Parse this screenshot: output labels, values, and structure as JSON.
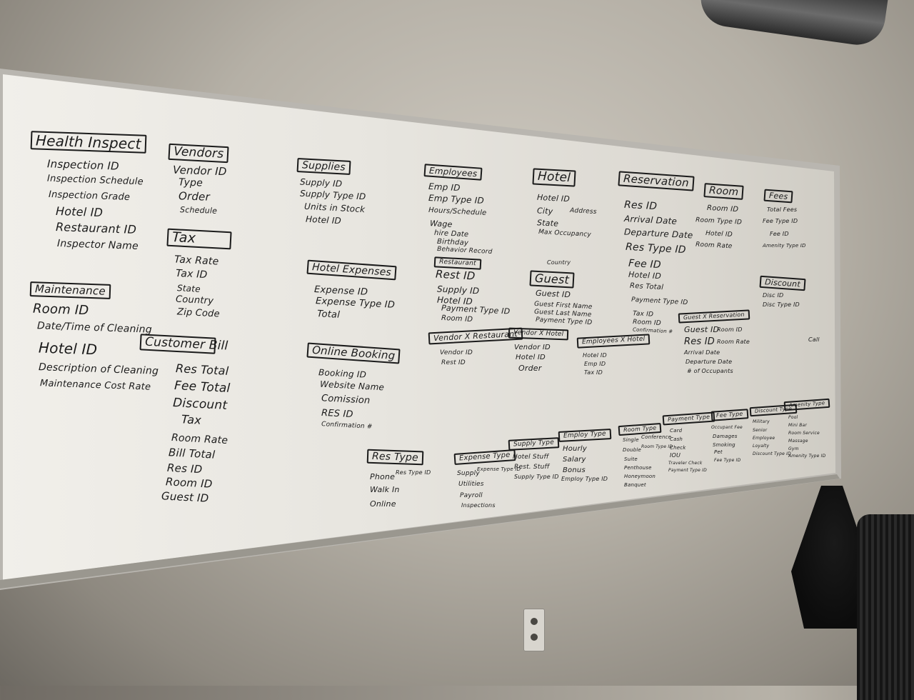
{
  "colors": {
    "marker": "#1b1b1b",
    "board": "#e9e7e2",
    "frame": "#b8b6b1"
  },
  "health_inspect": {
    "title": "Health Inspect",
    "fields": [
      "Inspection ID",
      "Inspection Schedule",
      "Inspection Grade",
      "Hotel ID",
      "Restaurant ID",
      "Inspector Name"
    ]
  },
  "maintenance": {
    "title": "Maintenance",
    "fields": [
      "Room ID",
      "Date/Time of Cleaning",
      "Hotel ID",
      "Description of Cleaning",
      "Maintenance Cost Rate"
    ]
  },
  "vendors": {
    "title": "Vendors",
    "fields": [
      "Vendor ID",
      "Type",
      "Order",
      "Schedule"
    ]
  },
  "tax": {
    "title": "Tax",
    "fields": [
      "Tax Rate",
      "Tax ID",
      "State",
      "Country",
      "Zip Code"
    ]
  },
  "customer_bill": {
    "title": "Customer Bill",
    "fields": [
      "Res Total",
      "Fee Total",
      "Discount",
      "Tax",
      "Room Rate",
      "Bill Total",
      "Res ID",
      "Room ID",
      "Guest ID"
    ]
  },
  "supplies": {
    "title": "Supplies",
    "fields": [
      "Supply ID",
      "Supply Type ID",
      "Units in Stock",
      "Hotel ID"
    ]
  },
  "hotel_expenses": {
    "title": "Hotel Expenses",
    "fields": [
      "Expense ID",
      "Expense Type ID",
      "Total"
    ]
  },
  "online_booking": {
    "title": "Online Booking",
    "fields": [
      "Booking ID",
      "Website Name",
      "Comission",
      "RES ID",
      "Confirmation #"
    ]
  },
  "res_type": {
    "title": "Res Type",
    "fields": [
      "Phone",
      "Res Type ID",
      "Walk In",
      "Online"
    ]
  },
  "employees": {
    "title": "Employees",
    "fields": [
      "Emp ID",
      "Emp Type ID",
      "Hours/Schedule",
      "Wage",
      "hire Date",
      "Birthday",
      "Behavior Record"
    ]
  },
  "restaurant": {
    "title": "Restaurant",
    "fields": [
      "Rest ID",
      "Supply ID",
      "Hotel ID",
      "Payment Type ID",
      "Room ID"
    ]
  },
  "vendor_x_restaurant": {
    "title": "Vendor X Restaurant",
    "fields": [
      "Vendor ID",
      "Rest ID"
    ]
  },
  "expense_type": {
    "title": "Expense Type",
    "fields": [
      "Supply",
      "Expense Type ID",
      "Utilities",
      "Payroll",
      "Inspections"
    ]
  },
  "hotel": {
    "title": "Hotel",
    "fields": [
      "Hotel ID",
      "City",
      "Address",
      "State",
      "Max Occupancy"
    ]
  },
  "guest": {
    "title": "Guest",
    "extra": "Country",
    "fields": [
      "Guest ID",
      "Guest First Name",
      "Guest Last Name",
      "Payment Type ID"
    ]
  },
  "vendor_x_hotel": {
    "title": "Vendor X Hotel",
    "fields": [
      "Vendor ID",
      "Hotel ID",
      "Order"
    ]
  },
  "employees_x_hotel": {
    "title": "Employees X Hotel",
    "fields": [
      "Hotel ID",
      "Emp ID",
      "Tax ID"
    ]
  },
  "supply_type": {
    "title": "Supply Type",
    "fields": [
      "Hotel Stuff",
      "Rest. Stuff",
      "Supply Type ID"
    ]
  },
  "employ_type": {
    "title": "Employ Type",
    "fields": [
      "Hourly",
      "Salary",
      "Bonus",
      "Employ Type ID"
    ]
  },
  "reservation": {
    "title": "Reservation",
    "fields": [
      "Res ID",
      "Arrival Date",
      "Departure Date",
      "Res Type ID",
      "Fee ID",
      "Hotel ID",
      "Res Total",
      "Payment Type ID",
      "Tax ID",
      "Room ID",
      "Confirmation #"
    ]
  },
  "room": {
    "title": "Room",
    "fields": [
      "Room ID",
      "Room Type ID",
      "Hotel ID",
      "Room Rate"
    ]
  },
  "fees": {
    "title": "Fees",
    "fields": [
      "Total Fees",
      "Fee Type ID",
      "Fee ID",
      "Amenity Type ID"
    ]
  },
  "discount": {
    "title": "Discount",
    "fields": [
      "Disc ID",
      "Disc Type ID"
    ]
  },
  "guest_x_reservation": {
    "title": "Guest X Reservation",
    "fields": [
      "Guest ID",
      "Room ID",
      "Res ID",
      "Room Rate",
      "Arrival Date",
      "Departure Date",
      "# of Occupants"
    ]
  },
  "room_type": {
    "title": "Room Type",
    "fields": [
      "Single",
      "Conference",
      "Double",
      "Room Type ID",
      "Suite",
      "Penthouse",
      "Honeymoon",
      "Banquet"
    ]
  },
  "payment_type": {
    "title": "Payment Type",
    "fields": [
      "Card",
      "Cash",
      "Check",
      "IOU",
      "Traveler Check",
      "Payment Type ID"
    ]
  },
  "fee_type": {
    "title": "Fee Type",
    "fields": [
      "Occupant Fee",
      "Damages",
      "Smoking",
      "Pet",
      "Fee Type ID"
    ]
  },
  "discount_type": {
    "title": "Discount Type",
    "fields": [
      "Military",
      "Senior",
      "Employee",
      "Loyalty",
      "Discount Type ID"
    ]
  },
  "amenity_type": {
    "title": "Amenity Type",
    "fields": [
      "Pool",
      "Mini Bar",
      "Room Service",
      "Massage",
      "Gym",
      "Amenity Type ID"
    ]
  },
  "corner_note": "Call"
}
